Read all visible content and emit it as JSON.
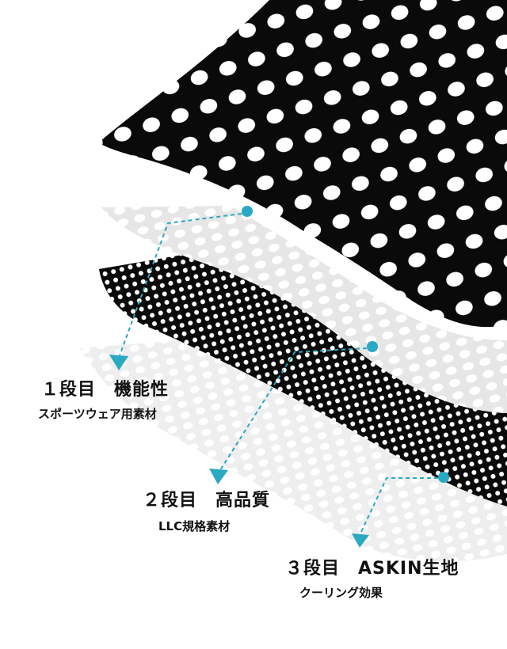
{
  "layers": [
    {
      "title": "１段目　機能性",
      "subtitle": "スポーツウェア用素材"
    },
    {
      "title": "２段目　高品質",
      "subtitle": "LLC規格素材"
    },
    {
      "title": "３段目　ASKIN生地",
      "subtitle": "クーリング効果"
    }
  ],
  "colors": {
    "accent": "#2aa9c2",
    "fabric_dark": "#0a0a0a",
    "fabric_light": "#e9e9e9",
    "fabric_lighter": "#f1f1f1"
  }
}
